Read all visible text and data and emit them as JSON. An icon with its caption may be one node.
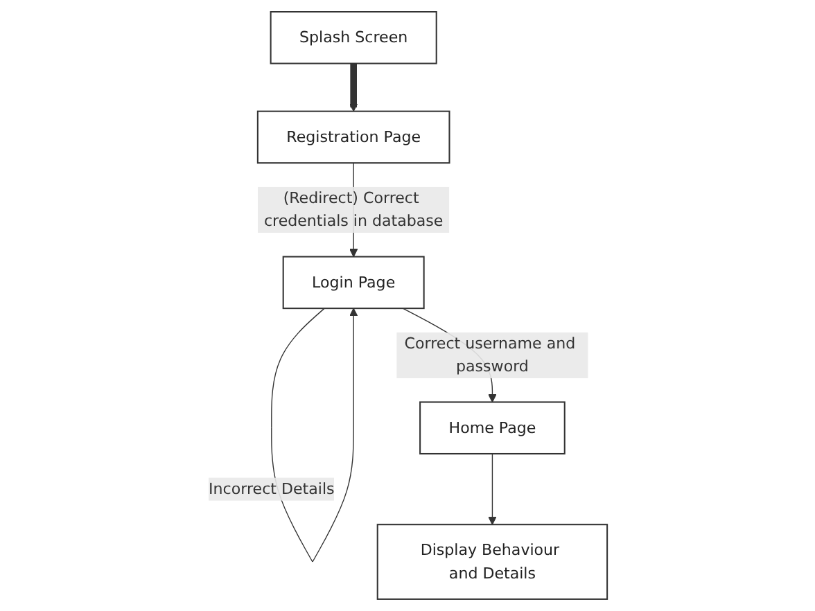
{
  "diagram": {
    "nodes": [
      {
        "text": [
          "Splash Screen"
        ]
      },
      {
        "text": [
          "Registration Page"
        ]
      },
      {
        "text": [
          "Login Page"
        ]
      },
      {
        "text": [
          "Home Page"
        ]
      },
      {
        "text": [
          "Display Behaviour and Details"
        ]
      }
    ],
    "edges": [
      {
        "from": 0,
        "to": 1,
        "arrow": "to",
        "style": "thick"
      },
      {
        "from": 1,
        "to": 2,
        "arrow": "to",
        "label": "(Redirect) Correct credentials in database"
      },
      {
        "from": 2,
        "to": 2,
        "arrow": "to",
        "label": "Incorrect Details"
      },
      {
        "from": 2,
        "to": 3,
        "arrow": "to",
        "label": "Correct username and password"
      },
      {
        "from": 3,
        "to": 4,
        "arrow": "to"
      }
    ]
  }
}
